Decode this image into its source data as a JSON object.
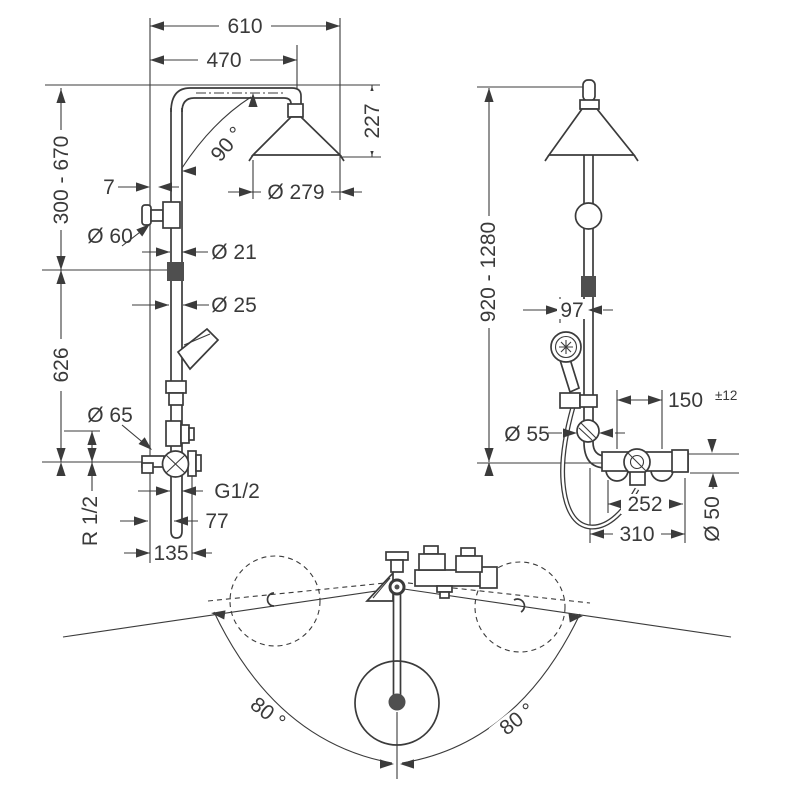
{
  "drawing": {
    "type": "technical-dimension-drawing",
    "front": {
      "overall_width": "610",
      "arm_reach": "470",
      "head_drop": "227",
      "arm_angle": "90 °",
      "head_diameter": "Ø 279",
      "wall_clearance": "7",
      "valve_escutcheon_diameter": "Ø 60",
      "upper_pipe_diameter": "Ø 21",
      "lower_pipe_diameter": "Ø 25",
      "height_adjustment_range": "300 - 670",
      "riser_length": "626",
      "mixer_escutcheon_diameter": "Ø 65",
      "hose_connection_thread": "G1/2",
      "pipe_wall_distance": "77",
      "spout_reach": "135",
      "supply_connection_thread": "R 1/2"
    },
    "side": {
      "installation_height_range": "920 - 1280",
      "handshower_offset": "97",
      "supply_centres": "150",
      "supply_centres_tolerance": "±12",
      "joint_diameter": "Ø 55",
      "body_width": "252",
      "overall_width": "310",
      "flange_diameter": "Ø 50"
    },
    "top": {
      "swivel_angle_left": "80 °",
      "swivel_angle_right": "80 °"
    },
    "colors": {
      "line": "#3b3b3b",
      "band_fill": "#4f4f4f",
      "background": "#ffffff"
    }
  }
}
